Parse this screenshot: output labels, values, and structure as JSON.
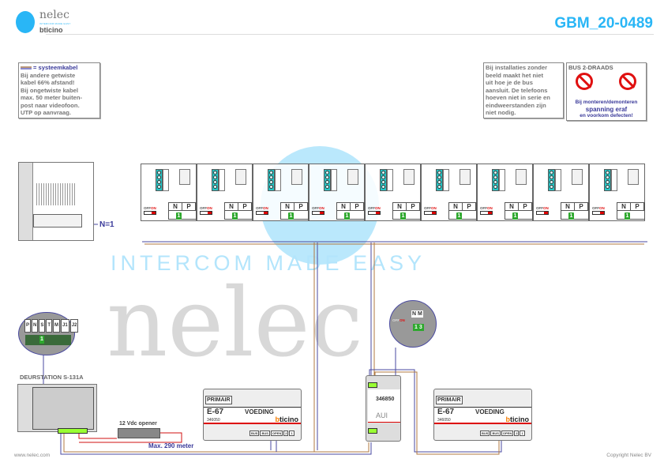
{
  "header": {
    "logo_name": "nelec",
    "logo_tagline": "INTERCOM MADE EASY",
    "logo_brand": "bticino",
    "title": "GBM_20-0489"
  },
  "notes": {
    "cable_legend": "= systeemkabel",
    "cable_lines": [
      "Bij andere getwiste",
      "kabel 66% afstand!",
      "Bij ongetwiste kabel",
      "max. 50 meter buiten-",
      "post naar videofoon.",
      "UTP op aanvraag."
    ],
    "install_lines": [
      "Bij installaties zonder",
      "beeld maakt het niet",
      "uit hoe je de bus",
      "aansluit. De telefoons",
      "hoeven niet in serie en",
      "eindweerstanden zijn",
      "niet nodig."
    ],
    "bus_title": "BUS 2-DRAADS",
    "bus_warning": [
      "Bij monteren/demonteren",
      "spanning eraf",
      "en voorkom defecten!"
    ]
  },
  "intercom": {
    "n_label": "N=1"
  },
  "handsets": [
    {
      "n": "N",
      "p": "P",
      "jumper": "1",
      "off": "OFF",
      "on": "ON"
    },
    {
      "n": "N",
      "p": "P",
      "jumper": "1",
      "off": "OFF",
      "on": "ON"
    },
    {
      "n": "N",
      "p": "P",
      "jumper": "1",
      "off": "OFF",
      "on": "ON"
    },
    {
      "n": "N",
      "p": "P",
      "jumper": "1",
      "off": "OFF",
      "on": "ON"
    },
    {
      "n": "N",
      "p": "P",
      "jumper": "1",
      "off": "OFF",
      "on": "ON"
    },
    {
      "n": "N",
      "p": "P",
      "jumper": "1",
      "off": "OFF",
      "on": "ON"
    },
    {
      "n": "N",
      "p": "P",
      "jumper": "1",
      "off": "OFF",
      "on": "ON"
    },
    {
      "n": "N",
      "p": "P",
      "jumper": "1",
      "off": "OFF",
      "on": "ON"
    },
    {
      "n": "N",
      "p": "P",
      "jumper": "1",
      "off": "OFF",
      "on": "ON"
    }
  ],
  "door_station": {
    "label": "DEURSTATION S-131A",
    "zoom_terminals": [
      "P",
      "N",
      "S",
      "T",
      "M",
      "J1",
      "J2"
    ],
    "zoom_jumper": "1"
  },
  "opener": {
    "label": "12 Vdc opener"
  },
  "cable_length": "Max. 290 meter",
  "aui": {
    "article": "346850",
    "name": "AUI",
    "zoom_labels": [
      "N",
      "M"
    ],
    "zoom_jumper": "1 3",
    "off": "OFF",
    "on": "ON"
  },
  "supplies": [
    {
      "primary": "PRIMAIR",
      "model": "E-67",
      "type": "VOEDING",
      "article": "346050",
      "brand_b": "b",
      "brand_rest": "ticino",
      "terminals": [
        "BUS",
        "BUS",
        "OPEN",
        "2",
        "1"
      ]
    },
    {
      "primary": "PRIMAIR",
      "model": "E-67",
      "type": "VOEDING",
      "article": "346050",
      "brand_b": "b",
      "brand_rest": "ticino",
      "terminals": [
        "BUS",
        "BUS",
        "OPEN",
        "2",
        "1"
      ]
    }
  ],
  "watermark": {
    "big": "nelec",
    "sub": "INTERCOM MADE EASY"
  },
  "footer": {
    "left": "www.nelec.com",
    "right": "Copyright Nelec BV"
  },
  "colors": {
    "accent": "#29b6f6",
    "bus_blue": "#4a4aa0",
    "bus_brown": "#b07840",
    "warning_red": "#e01010"
  }
}
